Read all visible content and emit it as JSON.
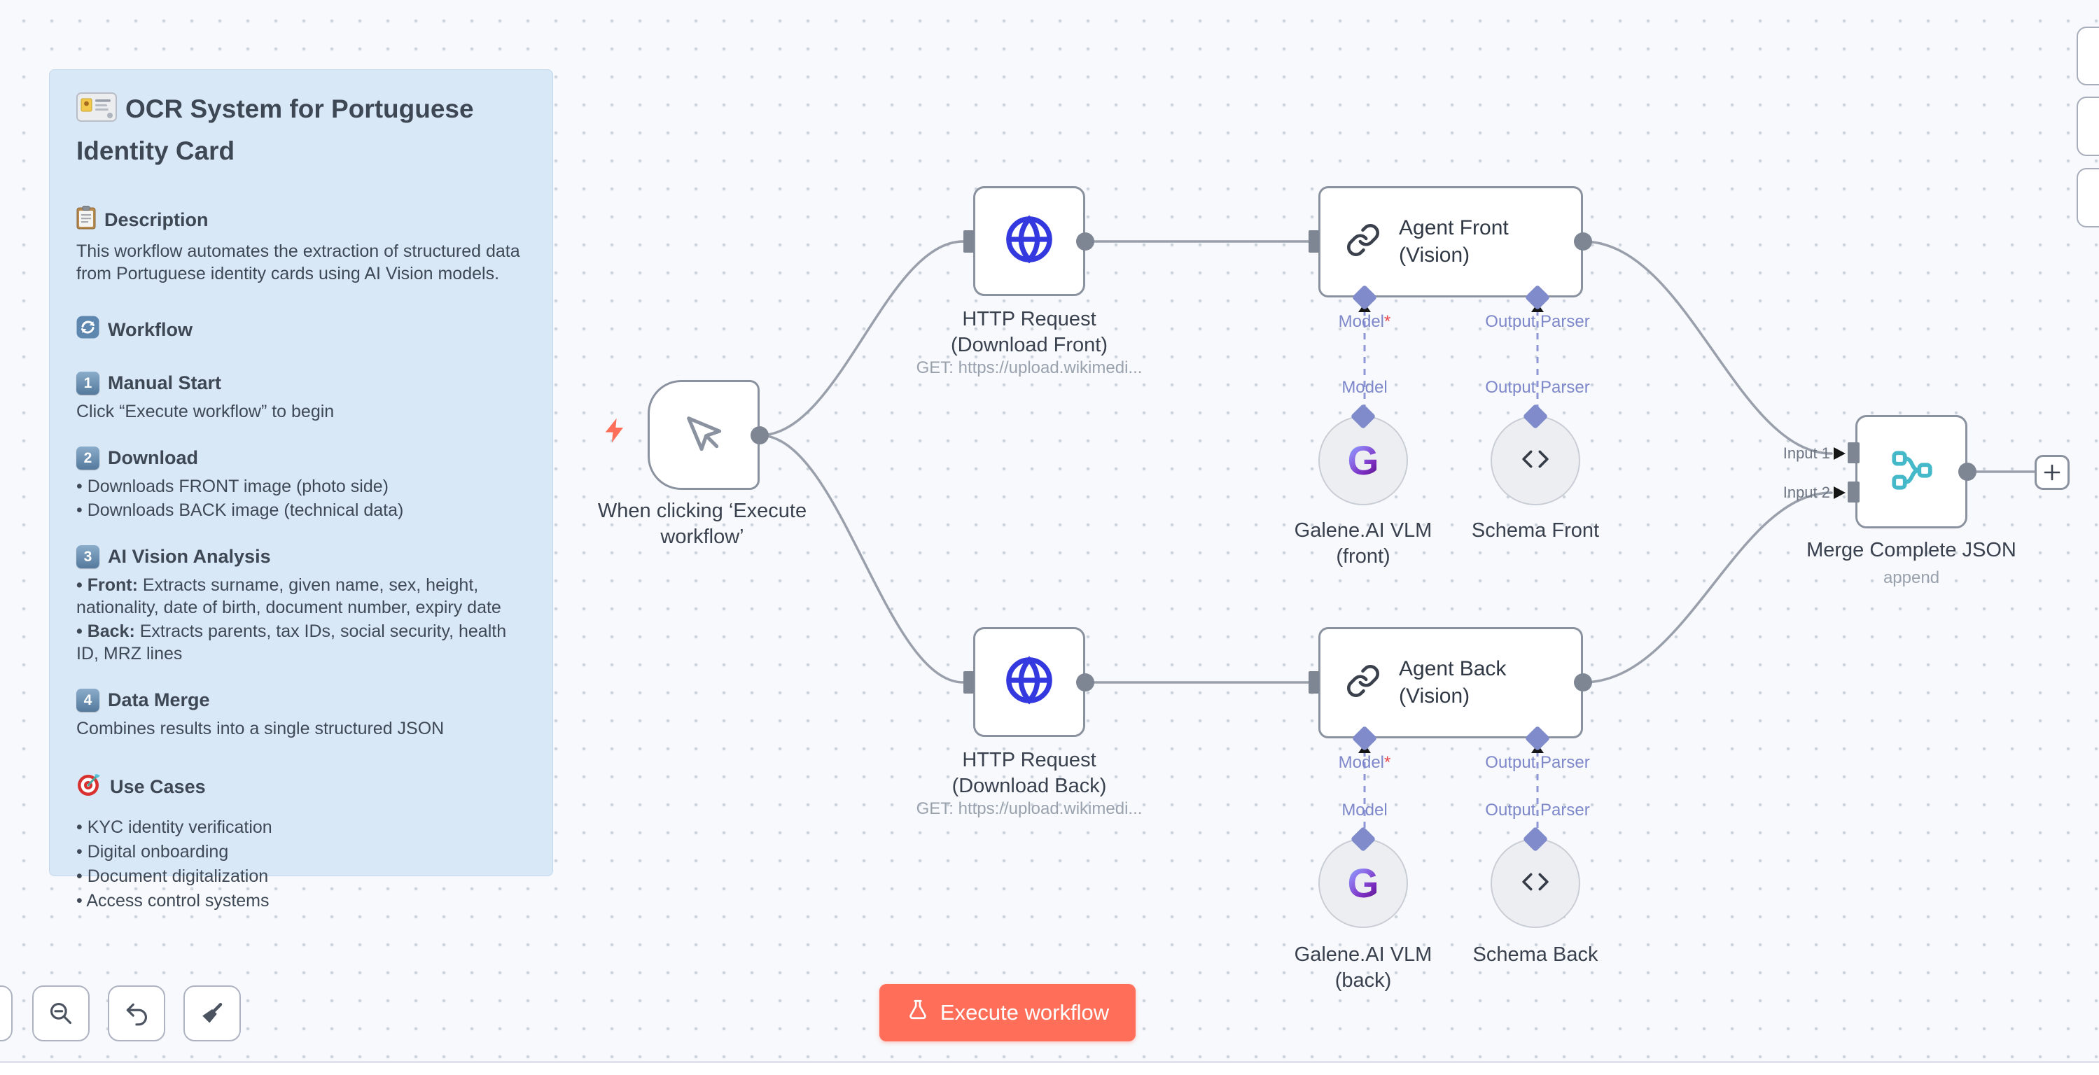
{
  "colors": {
    "accent": "#FF6E59",
    "node_border": "#8A92A0",
    "port_purple": "#808BCB",
    "edge_gray": "#9AA0AB",
    "globe_blue": "#3439DF",
    "merge_teal": "#45B9C9",
    "sticky_bg": "#D9E8F7",
    "required_red": "#E5484D"
  },
  "sticky": {
    "title_icon": "id-card-icon",
    "title": "OCR System for Portuguese Identity Card",
    "desc_icon": "clipboard-icon",
    "desc_heading": "Description",
    "desc_body": "This workflow automates the extraction of structured data from Portuguese identity cards using AI Vision models.",
    "workflow_icon": "arrows-cycle-icon",
    "workflow_heading": "Workflow",
    "step1_num": "1",
    "step1_title": "Manual Start",
    "step1_body": "Click “Execute workflow” to begin",
    "step2_num": "2",
    "step2_title": "Download",
    "step2_b1": "• Downloads FRONT image (photo side)",
    "step2_b2": "• Downloads BACK image (technical data)",
    "step3_num": "3",
    "step3_title": "AI Vision Analysis",
    "step3_b1_bold": "• Front:",
    "step3_b1_rest": " Extracts surname, given name, sex, height, nationality, date of birth, document number, expiry date",
    "step3_b2_bold": "• Back:",
    "step3_b2_rest": " Extracts parents, tax IDs, social security, health ID, MRZ lines",
    "step4_num": "4",
    "step4_title": "Data Merge",
    "step4_body": "Combines results into a single structured JSON",
    "usecases_icon": "target-icon",
    "usecases_heading": "Use Cases",
    "uc1": "• KYC identity verification",
    "uc2": "• Digital onboarding",
    "uc3": "• Document digitalization",
    "uc4": "• Access control systems"
  },
  "trigger": {
    "label_line1": "When clicking ‘Execute",
    "label_line2": "workflow’"
  },
  "http_front": {
    "name_line1": "HTTP Request",
    "name_line2": "(Download Front)",
    "subtitle": "GET: https://upload.wikimedi..."
  },
  "http_back": {
    "name_line1": "HTTP Request",
    "name_line2": "(Download Back)",
    "subtitle": "GET: https://upload.wikimedi..."
  },
  "agent_front": {
    "name_line1": "Agent Front",
    "name_line2": "(Vision)",
    "model_port": "Model",
    "model_req": "*",
    "parser_port": "Output Parser"
  },
  "agent_back": {
    "name_line1": "Agent Back",
    "name_line2": "(Vision)",
    "model_port": "Model",
    "model_req": "*",
    "parser_port": "Output Parser"
  },
  "vlm_front": {
    "name_line1": "Galene.AI VLM",
    "name_line2": "(front)"
  },
  "vlm_back": {
    "name_line1": "Galene.AI VLM",
    "name_line2": "(back)"
  },
  "schema_front": {
    "name": "Schema Front"
  },
  "schema_back": {
    "name": "Schema Back"
  },
  "merge": {
    "name": "Merge Complete JSON",
    "subtitle": "append",
    "input1": "Input 1",
    "input2": "Input 2"
  },
  "execute_button": {
    "label": "Execute workflow",
    "icon": "flask-icon"
  },
  "toolbar": {
    "icons": [
      "zoom-out-icon",
      "undo-icon",
      "tidy-up-icon"
    ]
  }
}
